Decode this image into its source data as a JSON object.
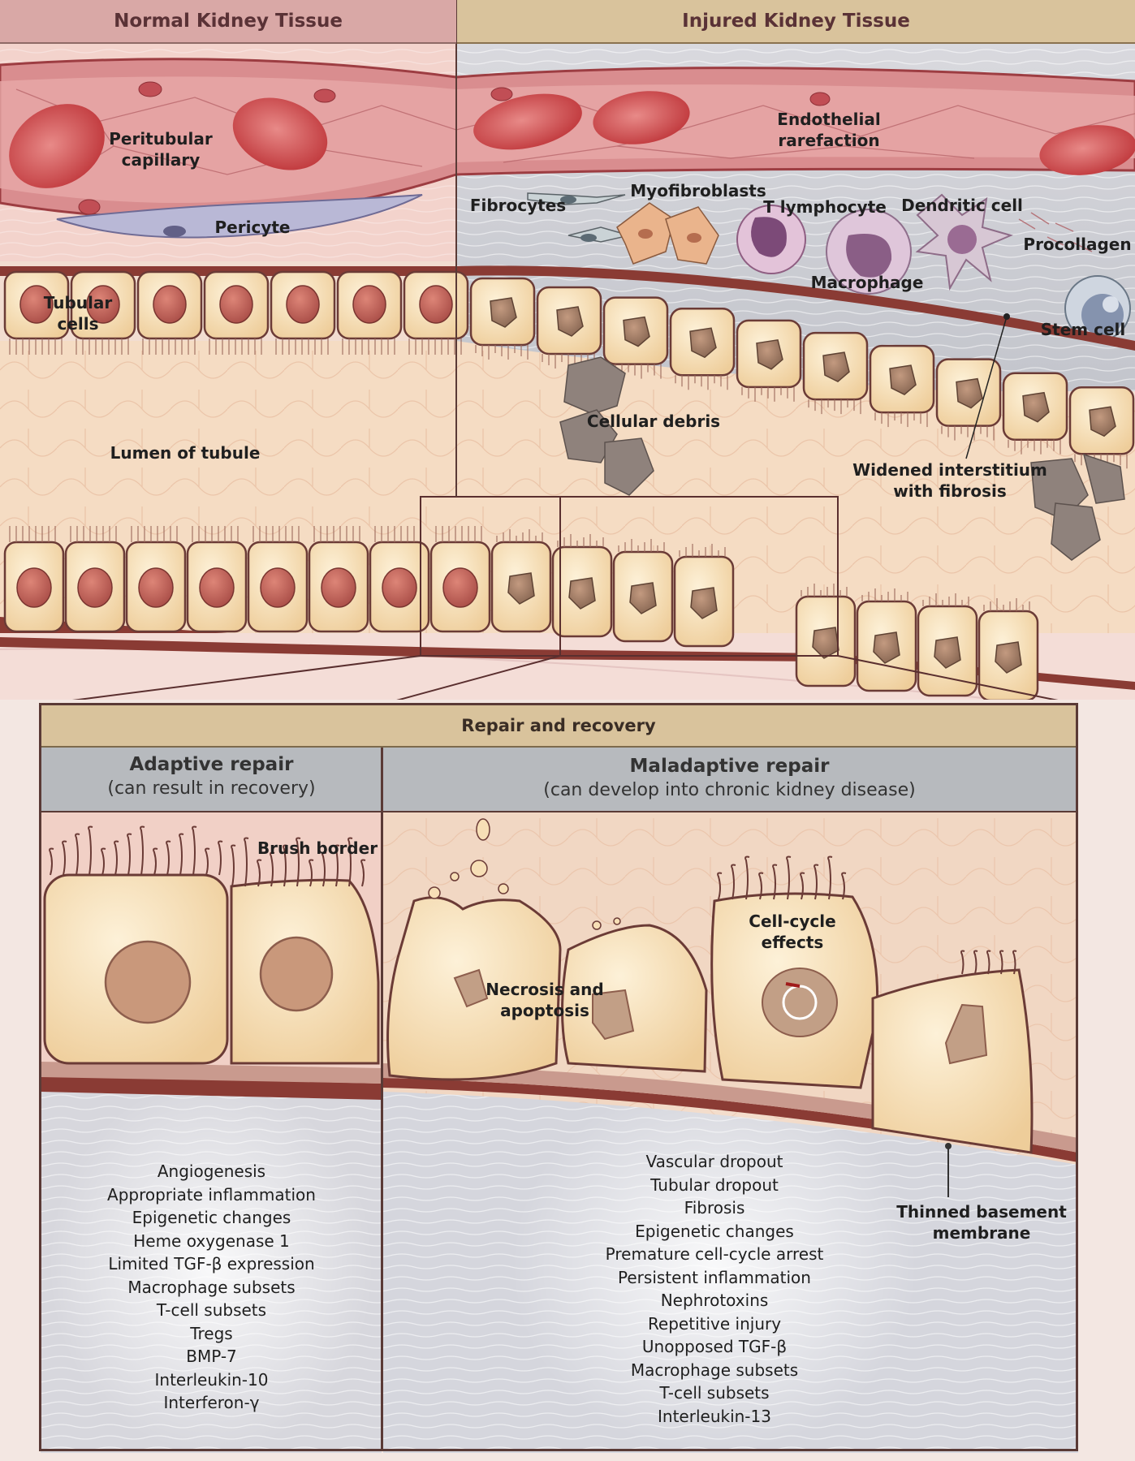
{
  "headers": {
    "normal": "Normal Kidney Tissue",
    "injured": "Injured Kidney Tissue"
  },
  "normal_labels": {
    "peritubular_capillary": [
      "Peritubular",
      "capillary"
    ],
    "pericyte": "Pericyte",
    "tubular_cells": [
      "Tubular",
      "cells"
    ],
    "lumen": "Lumen of tubule"
  },
  "injured_labels": {
    "endothelial": [
      "Endothelial",
      "rarefaction"
    ],
    "fibrocytes": "Fibrocytes",
    "myofibroblasts": "Myofibroblasts",
    "t_lymphocyte": "T lymphocyte",
    "dendritic_cell": "Dendritic cell",
    "procollagen": "Procollagen",
    "macrophage": "Macrophage",
    "stem_cell": "Stem cell",
    "cellular_debris": "Cellular debris",
    "widened": [
      "Widened interstitium",
      "with fibrosis"
    ]
  },
  "repair": {
    "title": "Repair and recovery",
    "adaptive": {
      "title": "Adaptive repair",
      "subtitle": "(can result in recovery)",
      "brush_border": "Brush border",
      "factors": [
        "Angiogenesis",
        "Appropriate inflammation",
        "Epigenetic changes",
        "Heme oxygenase 1",
        "Limited TGF-β expression",
        "Macrophage subsets",
        "T-cell subsets",
        "Tregs",
        "BMP-7",
        "Interleukin-10",
        "Interferon-γ"
      ]
    },
    "maladaptive": {
      "title": "Maladaptive repair",
      "subtitle": "(can develop into chronic kidney disease)",
      "necrosis": [
        "Necrosis and",
        "apoptosis"
      ],
      "cell_cycle": [
        "Cell-cycle",
        "effects"
      ],
      "thinned": [
        "Thinned basement",
        "membrane"
      ],
      "factors": [
        "Vascular dropout",
        "Tubular dropout",
        "Fibrosis",
        "Epigenetic changes",
        "Premature cell-cycle arrest",
        "Persistent inflammation",
        "Nephrotoxins",
        "Repetitive injury",
        "Unopposed TGF-β",
        "Macrophage subsets",
        "T-cell subsets",
        "Interleukin-13"
      ]
    }
  },
  "colors": {
    "header_normal": "#d9a8a6",
    "header_injured": "#d9c39c",
    "header_repair": "#d9c39c",
    "subheader": "#b7babe",
    "cell_fill": "#f8e0b8",
    "nucleus_normal": "#c7685d",
    "nucleus_injured": "#a98068",
    "capillary": "#d7878a",
    "rbc": "#cf4a4c",
    "debris": "#8c7f7a",
    "outline": "#6b3b36"
  }
}
